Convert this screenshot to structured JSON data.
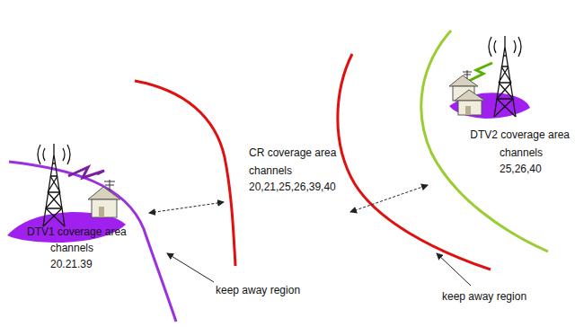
{
  "diagram": {
    "labels": [
      "DTV1 coverage area",
      "channels",
      "20.21.39",
      "CR coverage area",
      "channels",
      "20,21,25,26,39,40",
      "DTV2 coverage area",
      "channels",
      "25,26,40",
      "keep away region",
      "keep away region"
    ]
  }
}
